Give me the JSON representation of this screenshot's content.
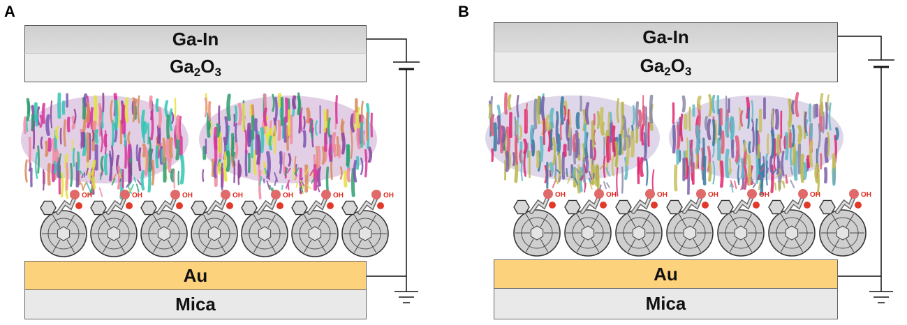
{
  "panels": [
    {
      "letter": "A",
      "top_layer": "Ga-In",
      "oxide": {
        "base": "Ga",
        "sub1": "2",
        "mid": "O",
        "sub2": "3"
      },
      "electrode": "Au",
      "substrate": "Mica",
      "monolayer_label": "OH",
      "protein_palette": [
        "#8b3f9a",
        "#30c6b4",
        "#d9329a",
        "#e3e23d",
        "#2e9e6e",
        "#d98a5a",
        "#7a56b0",
        "#f08aa0"
      ]
    },
    {
      "letter": "B",
      "top_layer": "Ga-In",
      "oxide": {
        "base": "Ga",
        "sub1": "2",
        "mid": "O",
        "sub2": "3"
      },
      "electrode": "Au",
      "substrate": "Mica",
      "monolayer_label": "OH",
      "protein_palette": [
        "#7b5ea8",
        "#5fb8c4",
        "#e0266e",
        "#b8b64a",
        "#3a7aa0",
        "#e05a7a",
        "#8a8aa8",
        "#c8c060"
      ]
    }
  ]
}
